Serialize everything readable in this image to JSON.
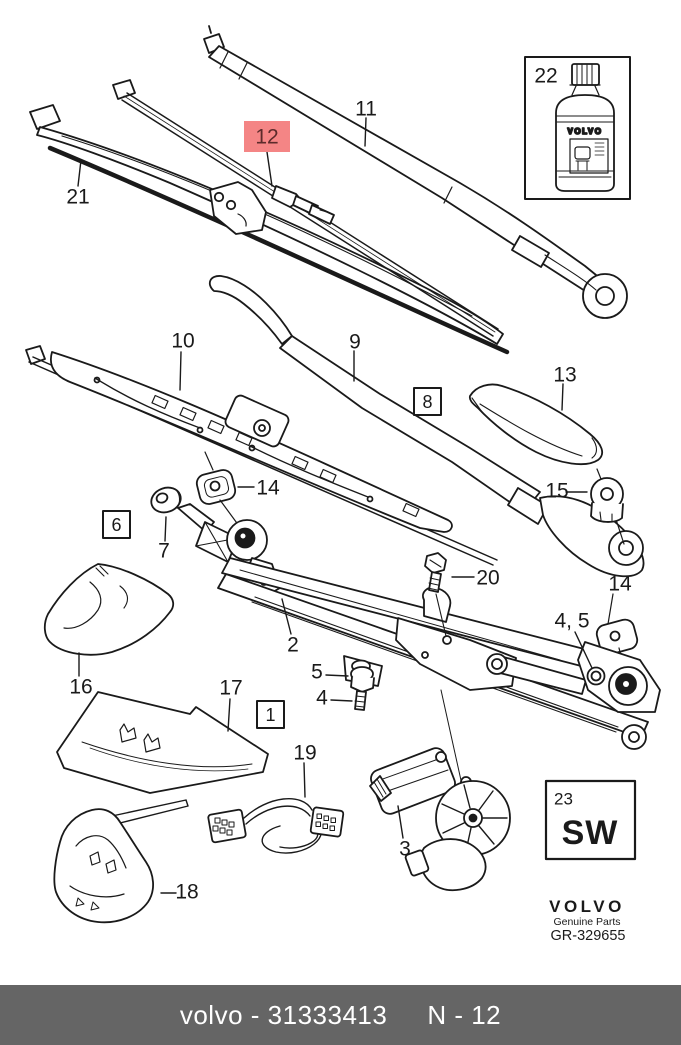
{
  "diagram": {
    "callouts": {
      "c21": "21",
      "c12": "12",
      "c11": "11",
      "c22": "22",
      "c10": "10",
      "c9": "9",
      "c8": "8",
      "c13": "13",
      "c14_left": "14",
      "c14_right": "14",
      "c15": "15",
      "c6": "6",
      "c7": "7",
      "c2": "2",
      "c20": "20",
      "c16": "16",
      "c17": "17",
      "c1": "1",
      "c19": "19",
      "c5": "5",
      "c4": "4",
      "c45": "4, 5",
      "c3": "3",
      "c18": "18",
      "c23": "23",
      "c23_code": "SW"
    },
    "highlight": {
      "bg": "#f48585",
      "text": "#5c2b2b"
    },
    "bottle": {
      "brand": "VOLVO"
    },
    "line_color": "#1a1a1a"
  },
  "branding": {
    "logo": "VOLVO",
    "tagline": "Genuine Parts",
    "code": "GR-329655"
  },
  "footer": {
    "part_label": "volvo - 31333413",
    "page_label": "N - 12",
    "bg": "#656565"
  }
}
